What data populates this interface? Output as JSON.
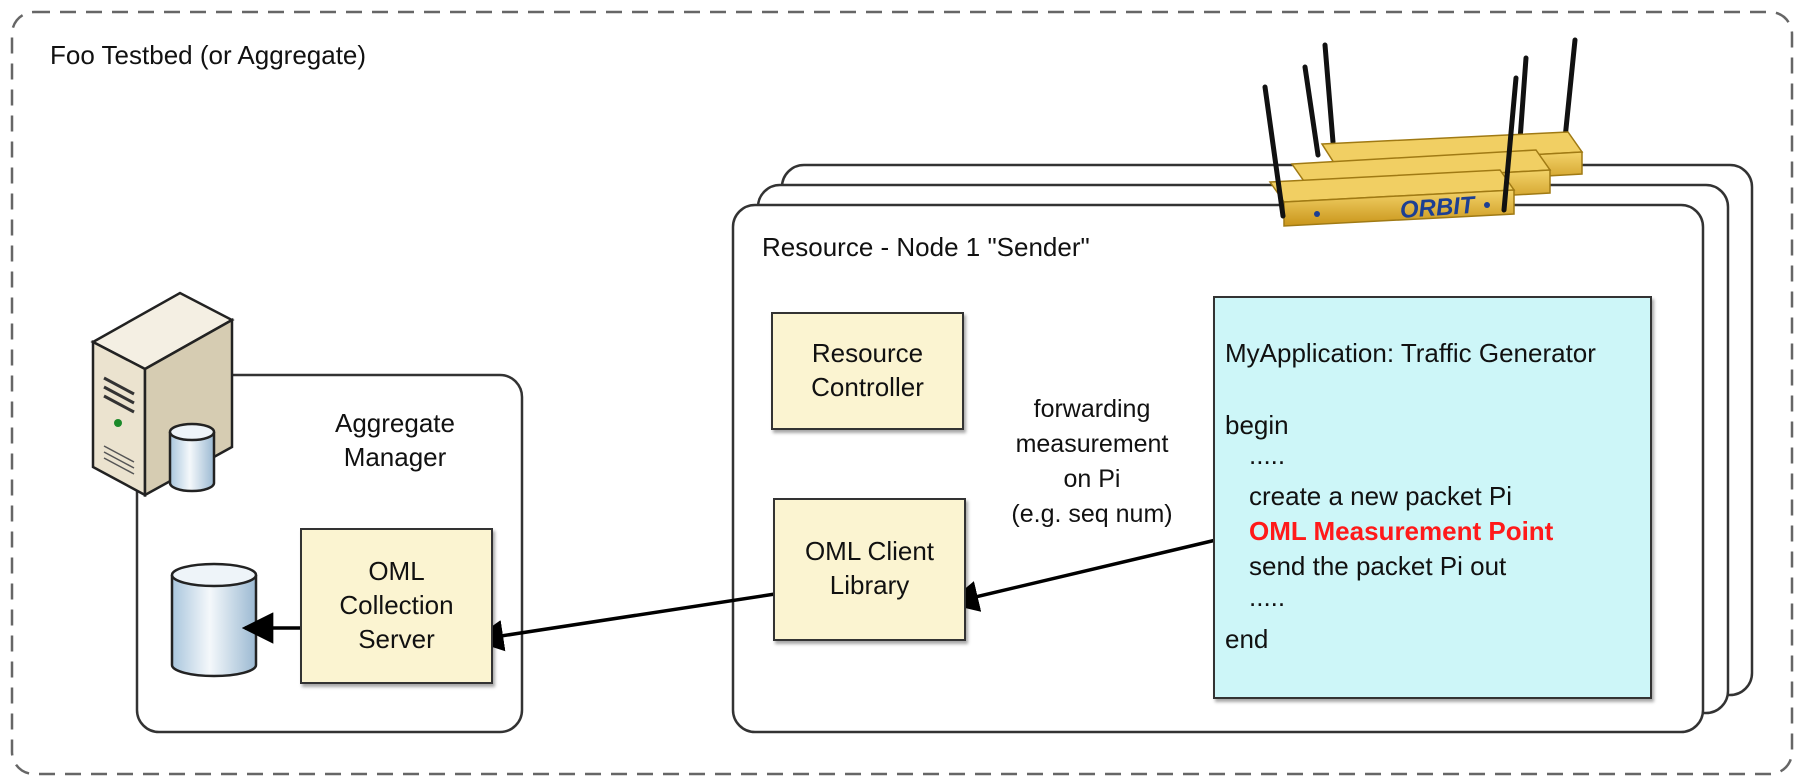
{
  "testbed": {
    "label": "Foo Testbed (or Aggregate)"
  },
  "aggregate_manager": {
    "label_line1": "Aggregate",
    "label_line2": "Manager"
  },
  "collection_server": {
    "line1": "OML",
    "line2": "Collection",
    "line3": "Server"
  },
  "resource": {
    "label": "Resource - Node 1 \"Sender\""
  },
  "resource_controller": {
    "line1": "Resource",
    "line2": "Controller"
  },
  "oml_client": {
    "line1": "OML Client",
    "line2": "Library"
  },
  "forwarding": {
    "line1": "forwarding",
    "line2": "measurement",
    "line3": "on Pi",
    "line4": "(e.g. seq num)"
  },
  "application": {
    "title": "MyApplication: Traffic Generator",
    "begin": "begin",
    "dots1": ".....",
    "create": "create a new packet Pi",
    "measurement_point": "OML Measurement Point",
    "send": "send the packet Pi out",
    "dots2": ".....",
    "end": "end"
  },
  "router": {
    "brand": "ORBIT"
  },
  "colors": {
    "highlight": "#ff1a1a",
    "box_yellow": "#fbf4d1",
    "app_cyan": "#cdf6f8",
    "router_gold": "#e5b120"
  }
}
